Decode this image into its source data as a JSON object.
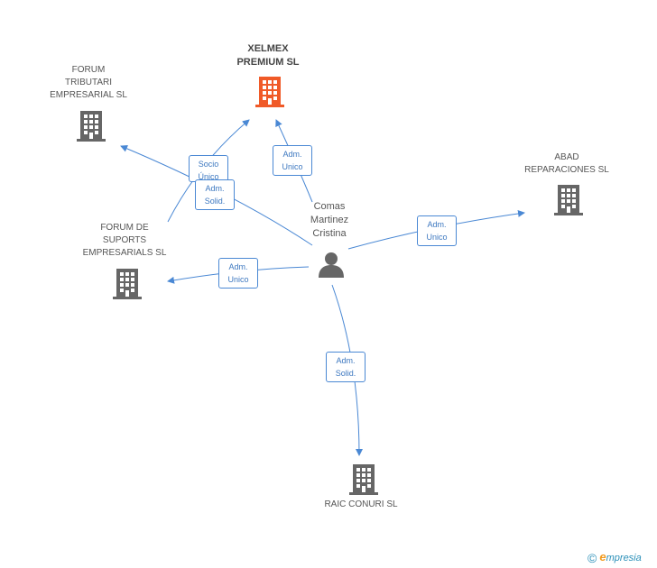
{
  "person": {
    "name_lines": [
      "Comas",
      "Martinez",
      "Cristina"
    ]
  },
  "companies": {
    "xelmex": [
      "XELMEX",
      "PREMIUM SL"
    ],
    "forum_tributari": [
      "FORUM",
      "TRIBUTARI",
      "EMPRESARIAL SL"
    ],
    "abad": [
      "ABAD",
      "REPARACIONES SL"
    ],
    "forum_suports": [
      "FORUM DE",
      "SUPORTS",
      "EMPRESARIALS SL"
    ],
    "raic": [
      "RAIC CONURI SL"
    ]
  },
  "edges": {
    "xelmex_adm": [
      "Adm.",
      "Unico"
    ],
    "forum_tributari_socio": [
      "Socio",
      "Único"
    ],
    "forum_tributari_adm": [
      "Adm.",
      "Solid."
    ],
    "abad_adm": [
      "Adm.",
      "Unico"
    ],
    "forum_suports_adm": [
      "Adm.",
      "Unico"
    ],
    "raic_adm": [
      "Adm.",
      "Solid."
    ]
  },
  "colors": {
    "highlight_building": "#f05a28",
    "building": "#666666",
    "edge": "#4a88d4"
  },
  "footer": {
    "copyright": "©",
    "brand_initial": "e",
    "brand_rest": "mpresia"
  }
}
